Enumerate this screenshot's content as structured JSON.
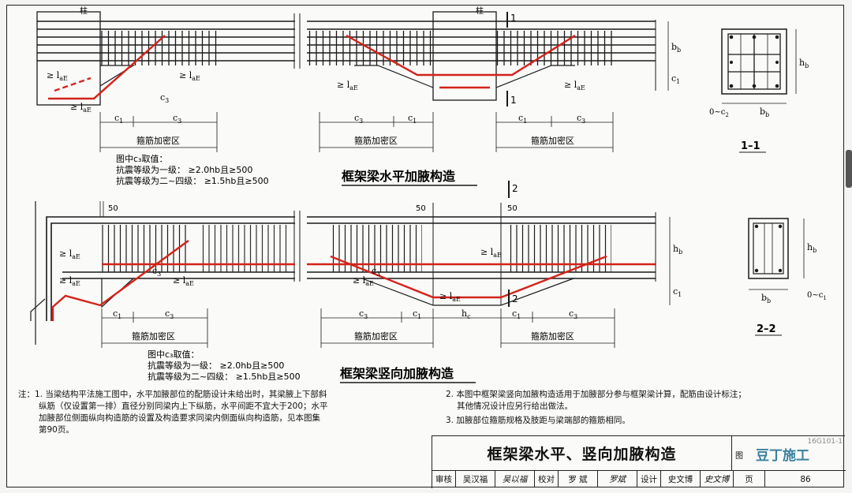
{
  "drawing": {
    "title_horizontal": "框架梁水平加腋构造",
    "title_vertical": "框架梁竖向加腋构造",
    "section_1": "1–1",
    "section_2": "2–2",
    "marker_1": "1",
    "marker_2": "2",
    "col_label": "柱",
    "stirrup_zone": "箍筋加密区",
    "lae": "≥ l",
    "lae_sub": "aE",
    "c1": "c",
    "c1_sub": "1",
    "c2": "c",
    "c2_sub": "2",
    "c3": "c",
    "c3_sub": "3",
    "bb": "b",
    "bb_sub": "b",
    "hb": "h",
    "hb_sub": "b",
    "hc": "h",
    "hc_sub": "c",
    "zero_c2": "0~c",
    "zero_c1": "0~c",
    "dim_50": "50",
    "note_c3_title_h": "图中c₃取值：",
    "note_c3_l1_h": "抗震等级为一级： ≥2.0hb且≥500",
    "note_c3_l2_h": "抗震等级为二~四级： ≥1.5hb且≥500",
    "note_c3_title_v": "图中c₃取值：",
    "note_c3_l1_v": "抗震等级为一级： ≥2.0hb且≥500",
    "note_c3_l2_v": "抗震等级为二~四级： ≥1.5hb且≥500"
  },
  "notes": {
    "n1_l1": "注：1. 当梁结构平法施工图中，水平加腋部位的配筋设计未给出时，其梁腋上下部斜",
    "n1_l2": "纵筋（仅设置第一排）直径分别同梁内上下纵筋，水平间距不宜大于200；水平",
    "n1_l3": "加腋部位侧面纵向构造筋的设置及构造要求同梁内侧面纵向构造筋，见本图集",
    "n1_l4": "第90页。",
    "n2_l1": "2. 本图中框架梁竖向加腋构造适用于加腋部分参与框架梁计算，配筋由设计标注；",
    "n2_l2": "其他情况设计应另行给出做法。",
    "n3_l1": "3. 加腋部位箍筋规格及肢距与梁端部的箍筋相同。"
  },
  "title_block": {
    "main_title": "框架梁水平、竖向加腋构造",
    "atlas_label": "图",
    "atlas_no": "16G101-1",
    "watermark": "豆丁施工",
    "review": "审核",
    "review_name": "吴汉福",
    "review_sign": "吴以福",
    "check": "校对",
    "check_name": "罗 斌",
    "check_sign": "罗斌",
    "design": "设计",
    "design_name": "史文博",
    "design_sign": "史文博",
    "page_label": "页",
    "page_no": "86"
  },
  "colors": {
    "red_bar": "#d4231a",
    "line": "#1a1a1a"
  }
}
